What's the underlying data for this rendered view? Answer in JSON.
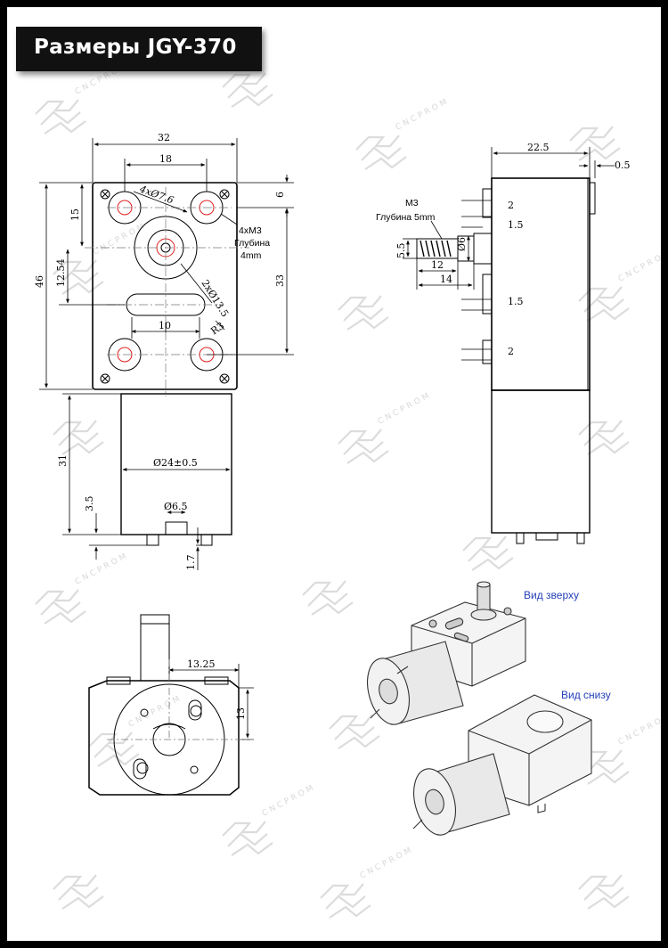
{
  "title": "Размеры JGY-370",
  "watermark": {
    "text": "CNCPROM",
    "color": "#d9d9d9"
  },
  "colors": {
    "frame": "#000000",
    "sheet": "#ffffff",
    "title_bg": "#111111",
    "title_fg": "#ffffff",
    "line": "#000000",
    "label": "#2440b8",
    "hole_center": "#e02020"
  },
  "front_view": {
    "width": "32",
    "hole_spacing": "18",
    "height": "46",
    "top_offset": "6",
    "hole_dia": "4xØ7.6",
    "thread": "4xM3",
    "depth_label": "Глубина",
    "depth_value": "4mm",
    "left_offset_1": "15",
    "left_offset_2": "12.54",
    "right_height": "33",
    "slot_dia": "2xØ13.5",
    "slot_width": "10",
    "radius": "R3",
    "motor_length": "31",
    "motor_dia": "Ø24±0.5",
    "boss_dia": "Ø6.5",
    "terminal_height": "3.5",
    "terminal_len": "1.7"
  },
  "side_view": {
    "width": "22.5",
    "edge": "0.5",
    "thread": "M3",
    "depth_label": "Глубина 5mm",
    "d1": "2",
    "d2": "1.5",
    "shaft_dia": "Ø6",
    "shaft_h": "5.5",
    "len_12": "12",
    "len_14": "14",
    "d3": "1.5",
    "d4": "2"
  },
  "bottom_view": {
    "dim_a": "13.25",
    "dim_b": "13"
  },
  "iso_views": {
    "top_label": "Вид зверху",
    "bottom_label": "Вид снизу"
  }
}
